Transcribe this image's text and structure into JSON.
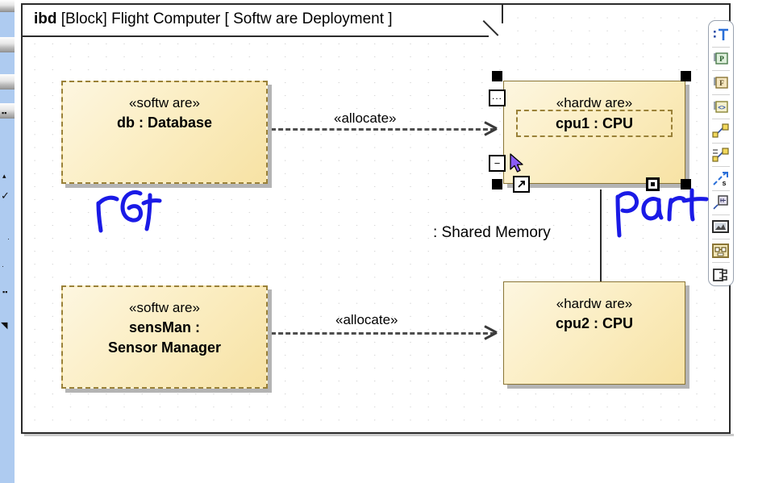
{
  "app": {
    "diagram_kind": "ibd",
    "title_prefix": "[Block]",
    "block_name": "Flight Computer",
    "view_name": "[ Softw are Deployment ]",
    "full_title": "ibd [Block] Flight Computer [ Softw are Deployment ]"
  },
  "canvas": {
    "background": "#ffffff",
    "grid": "dot-grid",
    "frame_border_color": "#2b2b2b"
  },
  "parts": [
    {
      "id": "db",
      "stereotype": "«softw are»",
      "name_lines": [
        "db : Database"
      ],
      "border_style": "dashed",
      "kind": "reference-property",
      "fill": "#fbeec4",
      "border_color": "#9a8138",
      "selected": false
    },
    {
      "id": "cpu1",
      "stereotype": "«hardw are»",
      "name_lines": [
        "cpu1 : CPU"
      ],
      "border_style": "solid",
      "kind": "part-property",
      "fill": "#fbeec4",
      "border_color": "#8a7535",
      "selected": true,
      "nested_dashed_box": true
    },
    {
      "id": "sensMan",
      "stereotype": "«softw are»",
      "name_lines": [
        "sensMan :",
        "Sensor Manager"
      ],
      "border_style": "dashed",
      "kind": "reference-property",
      "fill": "#fbeec4",
      "border_color": "#9a8138",
      "selected": false
    },
    {
      "id": "cpu2",
      "stereotype": "«hardw are»",
      "name_lines": [
        "cpu2 : CPU"
      ],
      "border_style": "solid",
      "kind": "part-property",
      "fill": "#fbeec4",
      "border_color": "#8a7535",
      "selected": false
    }
  ],
  "connectors": [
    {
      "id": "alloc1",
      "label": "«allocate»",
      "style": "dashed-open-arrow",
      "from": "db",
      "to": "cpu1"
    },
    {
      "id": "alloc2",
      "label": "«allocate»",
      "style": "dashed-open-arrow",
      "from": "sensMan",
      "to": "cpu2"
    },
    {
      "id": "sharedmem",
      "label": ": Shared Memory",
      "style": "solid",
      "from": "cpu1",
      "to": "cpu2"
    }
  ],
  "annotations": [
    {
      "id": "ref-note",
      "text": "ref",
      "color": "#1a1ae6",
      "style": "handwritten"
    },
    {
      "id": "part-note",
      "text": "part",
      "color": "#1a1ae6",
      "style": "handwritten"
    }
  ],
  "selection": {
    "shape": "cpu1",
    "handle_color": "#000000",
    "handle_count": 5,
    "mini_buttons": [
      {
        "name": "more-options-button",
        "glyph": "..."
      },
      {
        "name": "collapse-button",
        "glyph": "−"
      },
      {
        "name": "open-nested-diagram-button",
        "glyph": "↗"
      }
    ]
  },
  "toolbar": {
    "position": "right",
    "items": [
      {
        "name": "text-tool",
        "label": "T"
      },
      {
        "name": "port-tool",
        "label": "P"
      },
      {
        "name": "flow-port-tool",
        "label": "F"
      },
      {
        "name": "proxy-port-tool",
        "label": "<>"
      },
      {
        "name": "connector-tool",
        "label": "connector"
      },
      {
        "name": "item-flow-tool",
        "label": "item-flow"
      },
      {
        "name": "binding-connector-tool",
        "label": "s"
      },
      {
        "name": "constraint-note-tool",
        "label": "constraint"
      },
      {
        "name": "image-tool",
        "label": "image"
      },
      {
        "name": "diagram-overview-tool",
        "label": "overview"
      },
      {
        "name": "structure-tool",
        "label": "structure"
      }
    ]
  },
  "explorer_strip": {
    "background": "#aecbf0",
    "visible": true
  }
}
